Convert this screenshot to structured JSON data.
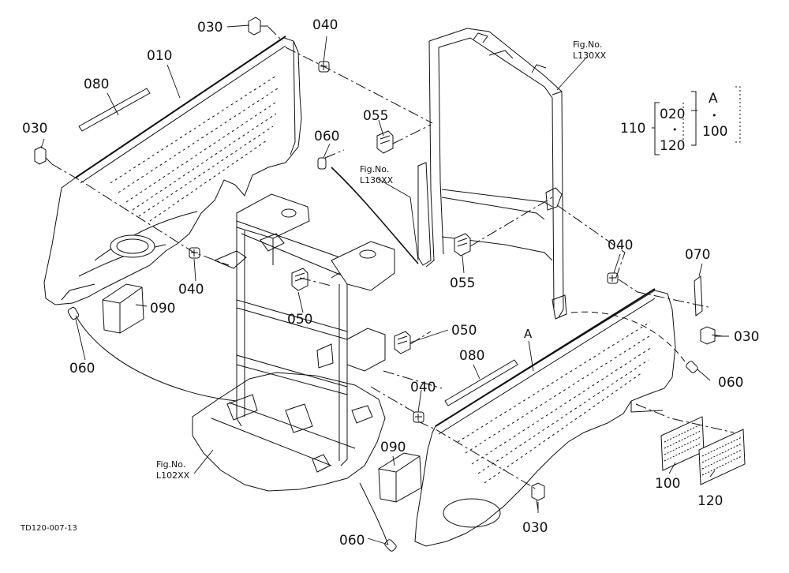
{
  "callouts": {
    "c030_top": "030",
    "c040_top": "040",
    "c010": "010",
    "c080_left": "080",
    "c030_left": "030",
    "c055_top": "055",
    "c060_mid": "060",
    "c040_left": "040",
    "c090_left": "090",
    "c050_left": "050",
    "c060_left": "060",
    "c055_bot": "055",
    "c040_right": "040",
    "c070": "070",
    "c030_right": "030",
    "c050_mid": "050",
    "cA_mark": "A",
    "c080_right": "080",
    "c060_right": "060",
    "c040_bot": "040",
    "c090_bot": "090",
    "c100": "100",
    "c120": "120",
    "c030_bot": "030",
    "c060_bot": "060"
  },
  "figure_refs": {
    "fig_top_label": "Fig.No.",
    "fig_top_code": "L130XX",
    "fig_mid_label": "Fig.No.",
    "fig_mid_code": "L130XX",
    "fig_bot_label": "Fig.No.",
    "fig_bot_code": "L102XX"
  },
  "set_key": {
    "parent": "110",
    "item1": "020",
    "item2": "120",
    "sub_label": "A",
    "sub_item": "100",
    "dot": "•"
  },
  "drawing_code": "TD120-007-13"
}
